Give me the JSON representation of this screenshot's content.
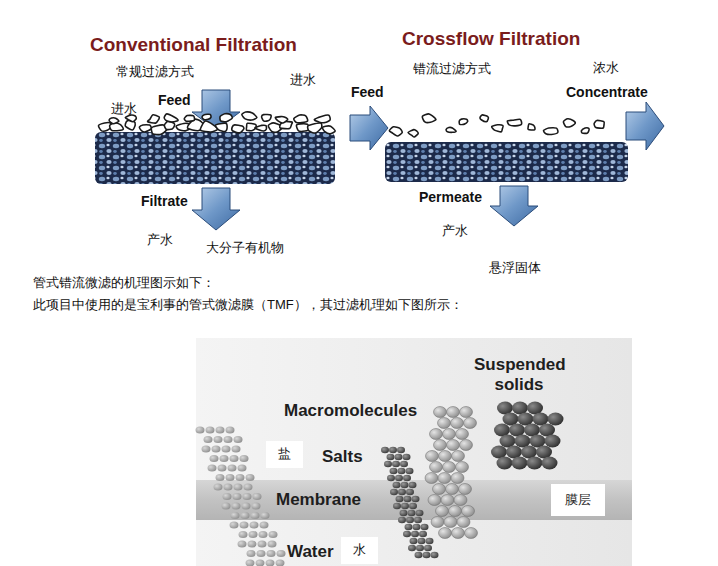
{
  "diagram": {
    "nodes": [
      {
        "text": [
          "Membrane",
          "膜层"
        ]
      }
    ],
    "labels": [
      "Conventional Filtration",
      "Crossflow Filtration",
      "常规过滤方式",
      "进水",
      "错流过滤方式",
      "浓水",
      "进水",
      "Feed",
      "Feed",
      "Concentrate",
      "Filtrate",
      "Permeate",
      "产水",
      "大分子有机物",
      "产水",
      "悬浮固体",
      "管式错流微滤的机理图示如下：",
      "此项目中使用的是宝利事的管式微滤膜（TMF），其过滤机理如下图所示：",
      "Suspended solids",
      "Macromolecules",
      "盐",
      "Salts",
      "Water",
      "水"
    ]
  }
}
